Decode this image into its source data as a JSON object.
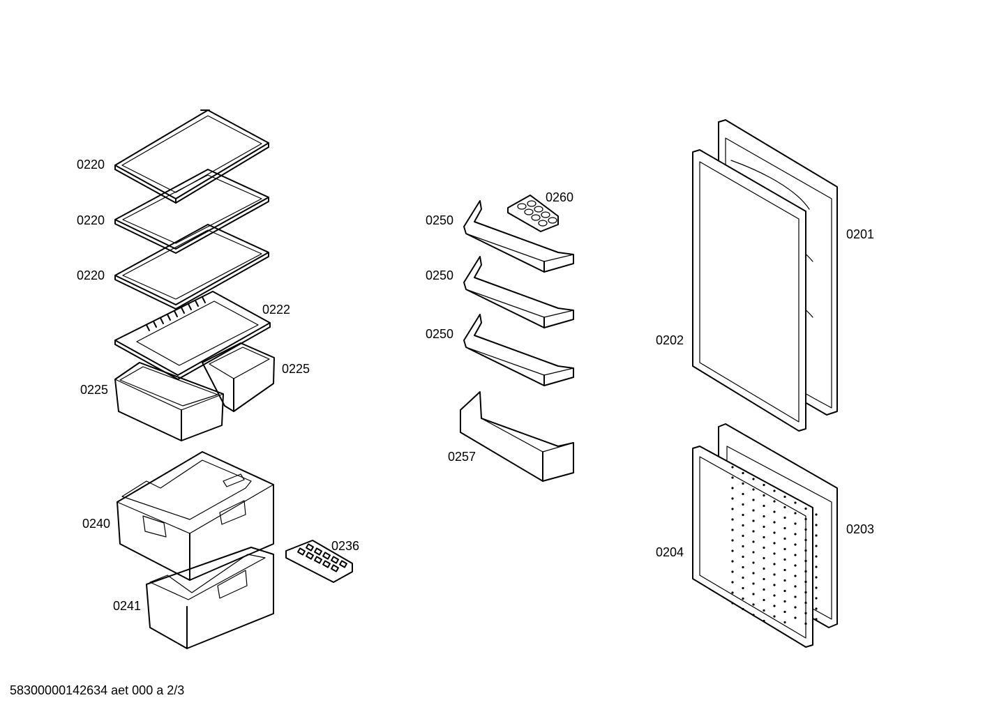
{
  "labels": {
    "shelf_1": "0220",
    "shelf_2": "0220",
    "shelf_3": "0220",
    "shelf_cover": "0222",
    "crisper_left": "0225",
    "crisper_right": "0225",
    "freezer_drawer_upper": "0240",
    "freezer_drawer_lower": "0241",
    "ice_tray": "0236",
    "door_shelf_1": "0250",
    "door_shelf_2": "0250",
    "door_shelf_3": "0250",
    "egg_tray": "0260",
    "bottle_shelf": "0257",
    "fridge_door": "0201",
    "fridge_door_gasket": "0202",
    "freezer_door": "0203",
    "freezer_door_gasket": "0204"
  },
  "footer": {
    "document_code": "58300000142634 aet 000 a 2/3"
  }
}
